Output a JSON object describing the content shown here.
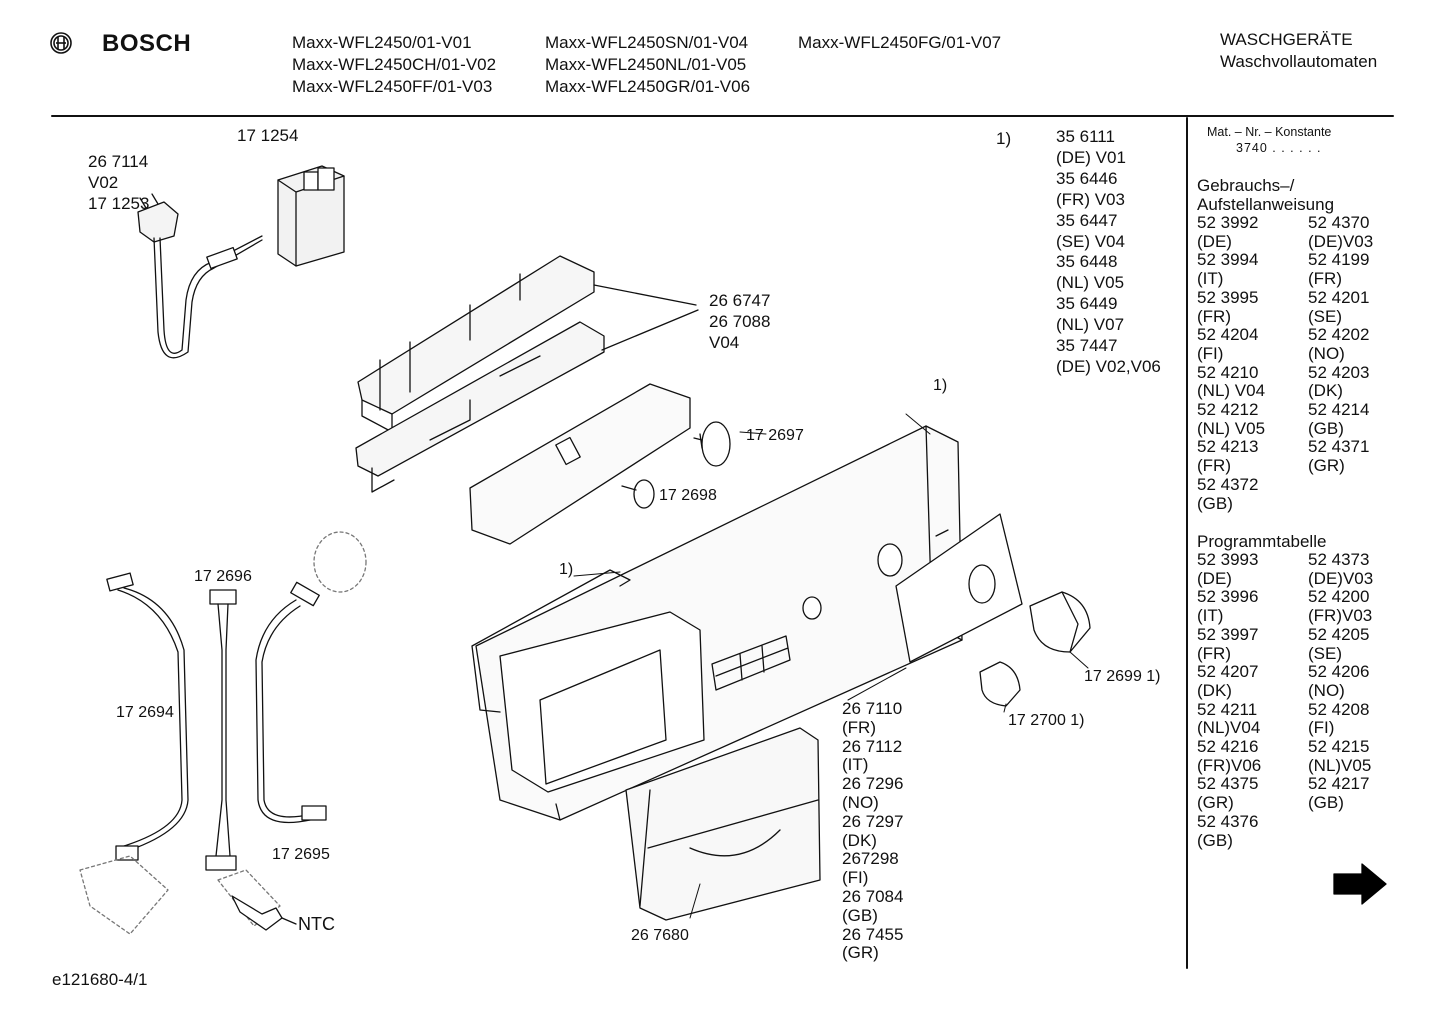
{
  "header": {
    "brand": "BOSCH",
    "models": [
      [
        "Maxx-WFL2450/01-V01",
        "Maxx-WFL2450SN/01-V04",
        "Maxx-WFL2450FG/01-V07"
      ],
      [
        "Maxx-WFL2450CH/01-V02",
        "Maxx-WFL2450NL/01-V05"
      ],
      [
        "Maxx-WFL2450FF/01-V03",
        "Maxx-WFL2450GR/01-V06"
      ]
    ],
    "category_1": "WASCHGERÄTE",
    "category_2": "Waschvollautomaten"
  },
  "parts": {
    "p171254": "17 1254",
    "cord_lines": [
      "26 7114",
      "V02",
      "17 1253"
    ],
    "module_lines": [
      "26 6747",
      "26 7088",
      "V04"
    ],
    "p172697": "17 2697",
    "p172698": "17 2698",
    "p172696": "17 2696",
    "p172694": "17 2694",
    "p172695": "17 2695",
    "ntc": "NTC",
    "note_1a": "1)",
    "note_1b": "1)",
    "p172699": "17 2699 1)",
    "p172700": "17 2700 1)",
    "p267680": "26 7680",
    "panel_variants": [
      "26 7110",
      "(FR)",
      "26 7112",
      "(IT)",
      "26 7296",
      "(NO)",
      "26 7297",
      "(DK)",
      "267298",
      "(FI)",
      "26 7084",
      "(GB)",
      "26 7455",
      "(GR)"
    ]
  },
  "footnote": {
    "marker": "1)",
    "lines": [
      "35 6111",
      "(DE) V01",
      "35 6446",
      "(FR) V03",
      "35 6447",
      "(SE) V04",
      "35 6448",
      "(NL) V05",
      "35 6449",
      "(NL) V07",
      "35 7447",
      "(DE) V02,V06"
    ]
  },
  "sidebar": {
    "mat_nr_label": "Mat. – Nr. – Konstante",
    "mat_nr_value": "3740 . . . . . .",
    "section1_title": [
      "Gebrauchs–/",
      "Aufstellanweisung"
    ],
    "section1_rows": [
      [
        "52 3992",
        "52 4370"
      ],
      [
        "(DE)",
        "(DE)V03"
      ],
      [
        "52 3994",
        "52 4199"
      ],
      [
        "(IT)",
        "(FR)"
      ],
      [
        "52 3995",
        "52 4201"
      ],
      [
        "(FR)",
        "(SE)"
      ],
      [
        "52 4204",
        "52 4202"
      ],
      [
        "(FI)",
        "(NO)"
      ],
      [
        "52 4210",
        "52 4203"
      ],
      [
        "(NL) V04",
        "(DK)"
      ],
      [
        "52 4212",
        "52 4214"
      ],
      [
        "(NL) V05",
        "(GB)"
      ],
      [
        "52 4213",
        "52 4371"
      ],
      [
        "(FR)",
        "(GR)"
      ],
      [
        "52 4372",
        ""
      ],
      [
        "(GB)",
        ""
      ]
    ],
    "section2_title": "Programmtabelle",
    "section2_rows": [
      [
        "52 3993",
        "52 4373"
      ],
      [
        "(DE)",
        "(DE)V03"
      ],
      [
        "52 3996",
        "52 4200"
      ],
      [
        "(IT)",
        "(FR)V03"
      ],
      [
        "52 3997",
        "52 4205"
      ],
      [
        "(FR)",
        "(SE)"
      ],
      [
        "52 4207",
        "52 4206"
      ],
      [
        "(DK)",
        "(NO)"
      ],
      [
        "52 4211",
        "52 4208"
      ],
      [
        "(NL)V04",
        "(FI)"
      ],
      [
        "52 4216",
        "52 4215"
      ],
      [
        "(FR)V06",
        "(NL)V05"
      ],
      [
        "52 4375",
        "52 4217"
      ],
      [
        "(GR)",
        "(GB)"
      ],
      [
        "52 4376",
        ""
      ],
      [
        "(GB)",
        ""
      ]
    ]
  },
  "doc_id": "e121680-4/1"
}
